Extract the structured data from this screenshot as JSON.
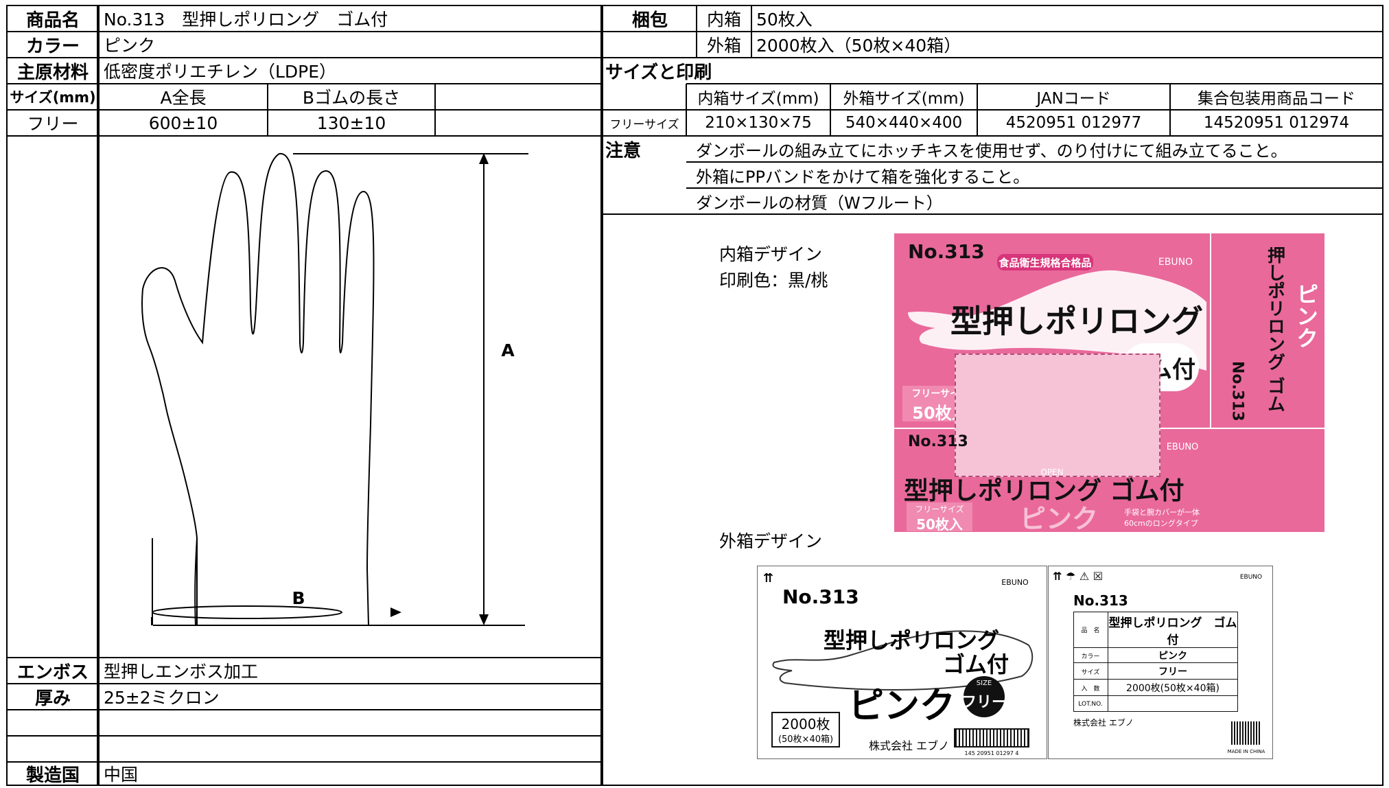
{
  "left": {
    "product_name_label": "商品名",
    "product_name": "No.313　型押しポリロング　ゴム付",
    "color_label": "カラー",
    "color": "ピンク",
    "material_label": "主原材料",
    "material": "低密度ポリエチレン（LDPE）",
    "size_label": "サイズ(mm)",
    "col_a": "A全長",
    "col_b": "Bゴムの長さ",
    "size_row_label": "フリー",
    "a_value": "600±10",
    "b_value": "130±10",
    "diagram_label_a": "A",
    "diagram_label_b": "B",
    "emboss_label": "エンボス",
    "emboss": "型押しエンボス加工",
    "thickness_label": "厚み",
    "thickness": "25±2ミクロン",
    "origin_label": "製造国",
    "origin": "中国"
  },
  "right": {
    "packing_label": "梱包",
    "inner_label": "内箱",
    "inner_value": "50枚入",
    "outer_label": "外箱",
    "outer_value": "2000枚入（50枚×40箱）",
    "size_print_label": "サイズと印刷",
    "headers": [
      "内箱サイズ(mm)",
      "外箱サイズ(mm)",
      "JANコード",
      "集合包装用商品コード"
    ],
    "row_label": "フリーサイズ",
    "row_values": [
      "210×130×75",
      "540×440×400",
      "4520951 012977",
      "14520951 012974"
    ],
    "note_label": "注意",
    "notes": [
      "ダンボールの組み立てにホッチキスを使用せず、のり付けにて組み立てること。",
      "外箱にPPバンドをかけて箱を強化すること。",
      "ダンボールの材質（Wフルート）"
    ],
    "inner_design_label": "内箱デザイン",
    "print_color_label": "印刷色：黒/桃",
    "outer_design_label": "外箱デザイン"
  },
  "inner_box": {
    "model": "No.313",
    "brand": "EBUNO",
    "certification": "食品衛生規格合格品",
    "title": "型押しポリロング",
    "color": "ピンク",
    "feature": "ゴム付",
    "size_tag": "フリーサイズ",
    "count": "50枚入",
    "desc1": "手袋と腕カバーが一体",
    "desc2": "60cmのロングタイプ",
    "side_title": "型押しポリロング ゴム付",
    "side_color": "ピンク",
    "side_model": "No.313",
    "open": "OPEN",
    "bottom_title": "型押しポリロング ゴム付"
  },
  "outer_box": {
    "model": "No.313",
    "brand": "EBUNO",
    "title": "型押しポリロング",
    "feature": "ゴム付",
    "color": "ピンク",
    "size_small": "SIZE",
    "size": "フリー",
    "count": "2000枚",
    "count_sub": "(50枚×40箱)",
    "company": "株式会社 エブノ",
    "barcode_text": "145 20951 01297 4",
    "spec_model": "No.313",
    "spec_name_label": "品　名",
    "spec_name": "型押しポリロング　ゴム付",
    "spec_color_label": "カラー",
    "spec_color": "ピンク",
    "spec_size_label": "サイズ",
    "spec_size": "フリー",
    "spec_qty_label": "入　数",
    "spec_qty": "2000枚(50枚×40箱)",
    "spec_lot_label": "LOT.NO.",
    "company2": "株式会社 エブノ",
    "made_in": "MADE IN CHINA"
  },
  "colors": {
    "pink": "#e9699b",
    "pink_light": "#f6c3d6",
    "border": "#000000"
  }
}
